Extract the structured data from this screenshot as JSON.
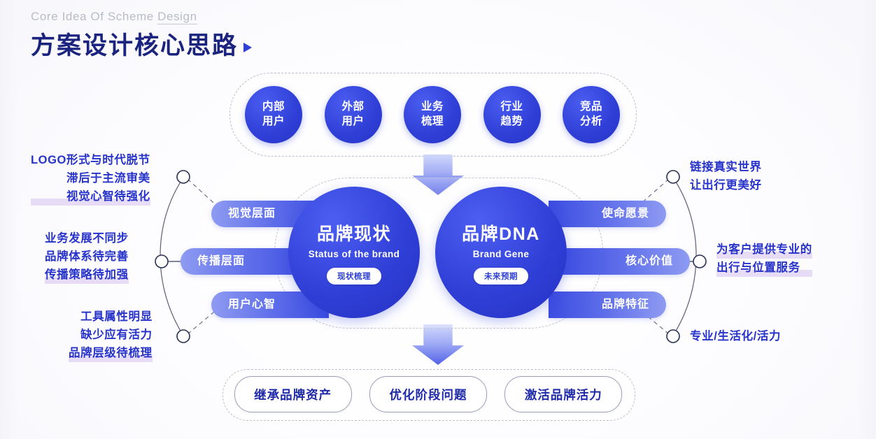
{
  "header": {
    "eyebrow_plain": "Core Idea Of Scheme ",
    "eyebrow_underlined": "Design",
    "title": "方案设计核心思路"
  },
  "top_group": {
    "items": [
      {
        "line1": "内部",
        "line2": "用户"
      },
      {
        "line1": "外部",
        "line2": "用户"
      },
      {
        "line1": "业务",
        "line2": "梳理"
      },
      {
        "line1": "行业",
        "line2": "趋势"
      },
      {
        "line1": "竞品",
        "line2": "分析"
      }
    ]
  },
  "core": {
    "left": {
      "cn": "品牌现状",
      "en": "Status of the brand",
      "chip": "现状梳理"
    },
    "right": {
      "cn": "品牌DNA",
      "en": "Brand Gene",
      "chip": "未来预期"
    }
  },
  "pills": {
    "left": [
      "视觉层面",
      "传播层面",
      "用户心智"
    ],
    "right": [
      "使命愿景",
      "核心价值",
      "品牌特征"
    ]
  },
  "notes": {
    "left": [
      {
        "lines": [
          "LOGO形式与时代脱节",
          "滞后于主流审美",
          "视觉心智待强化"
        ]
      },
      {
        "lines": [
          "业务发展不同步",
          "品牌体系待完善",
          "传播策略待加强"
        ]
      },
      {
        "lines": [
          "工具属性明显",
          "缺少应有活力",
          "品牌层级待梳理"
        ]
      }
    ],
    "right": [
      {
        "lines": [
          "链接真实世界",
          "让出行更美好"
        ]
      },
      {
        "lines": [
          "为客户提供专业的",
          "出行与位置服务"
        ]
      },
      {
        "lines": [
          "专业/生活化/活力"
        ]
      }
    ]
  },
  "bottom_group": {
    "items": [
      "继承品牌资产",
      "优化阶段问题",
      "激活品牌活力"
    ]
  },
  "colors": {
    "brand_blue": "#2f3fd6",
    "title_navy": "#1a237e",
    "note_blue": "#2733c9",
    "eyebrow_gray": "#b9bcc6"
  }
}
